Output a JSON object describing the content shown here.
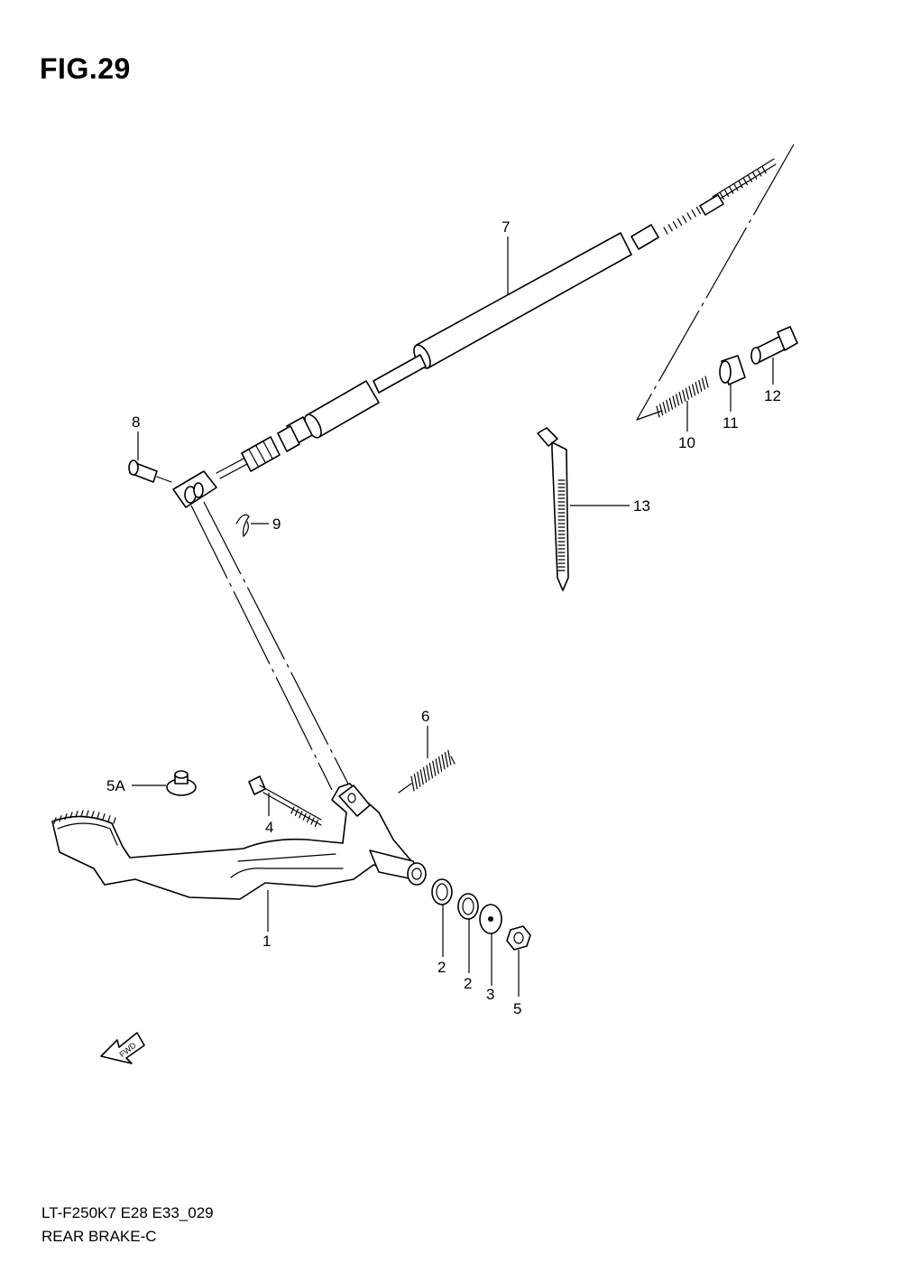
{
  "figure": {
    "title": "FIG.29",
    "code": "LT-F250K7 E28 E33_029",
    "name": "REAR BRAKE-C"
  },
  "fwd_label": "FWD",
  "callouts": [
    "7",
    "8",
    "9",
    "10",
    "11",
    "12",
    "13",
    "6",
    "5A",
    "4",
    "1",
    "2",
    "2",
    "3",
    "5"
  ]
}
